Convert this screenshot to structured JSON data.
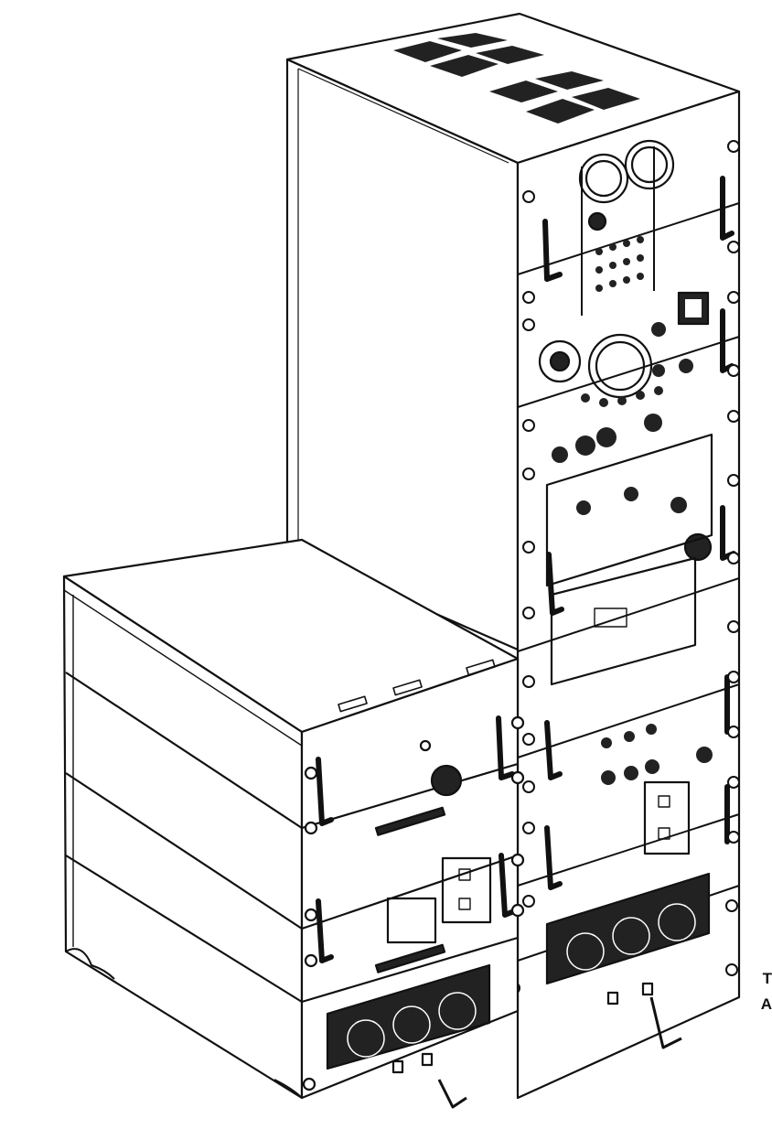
{
  "illustration": {
    "subject": "equipment-rack-drawing",
    "edge_text": [
      "T",
      "A"
    ],
    "ink_color": "#111111",
    "paper_color": "#ffffff"
  }
}
